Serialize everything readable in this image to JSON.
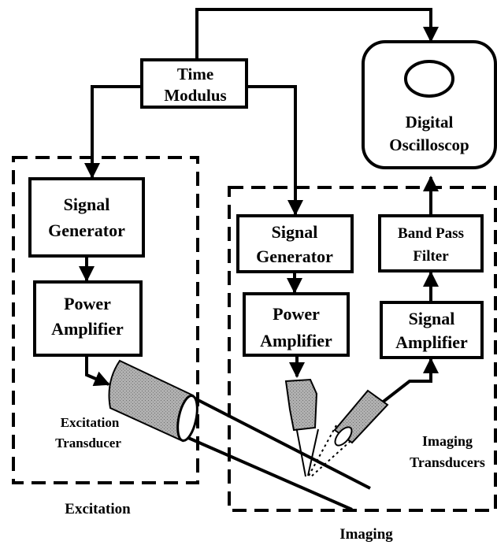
{
  "blocks": {
    "time_modulus": {
      "line1": "Time",
      "line2": "Modulus"
    },
    "oscilloscope": {
      "line1": "Digital",
      "line2": "Oscilloscop"
    },
    "excitation_signal_generator": {
      "line1": "Signal",
      "line2": "Generator"
    },
    "excitation_power_amplifier": {
      "line1": "Power",
      "line2": "Amplifier"
    },
    "imaging_signal_generator": {
      "line1": "Signal",
      "line2": "Generator"
    },
    "imaging_power_amplifier": {
      "line1": "Power",
      "line2": "Amplifier"
    },
    "band_pass_filter": {
      "line1": "Band Pass",
      "line2": "Filter"
    },
    "signal_amplifier": {
      "line1": "Signal",
      "line2": "Amplifier"
    }
  },
  "labels": {
    "excitation_transducer": {
      "line1": "Excitation",
      "line2": "Transducer"
    },
    "imaging_transducers": {
      "line1": "Imaging",
      "line2": "Transducers"
    },
    "excitation_region": "Excitation",
    "imaging_region": "Imaging"
  },
  "colors": {
    "line": "#000000",
    "transducer_fill": "#a9a9a9",
    "background": "#ffffff"
  }
}
